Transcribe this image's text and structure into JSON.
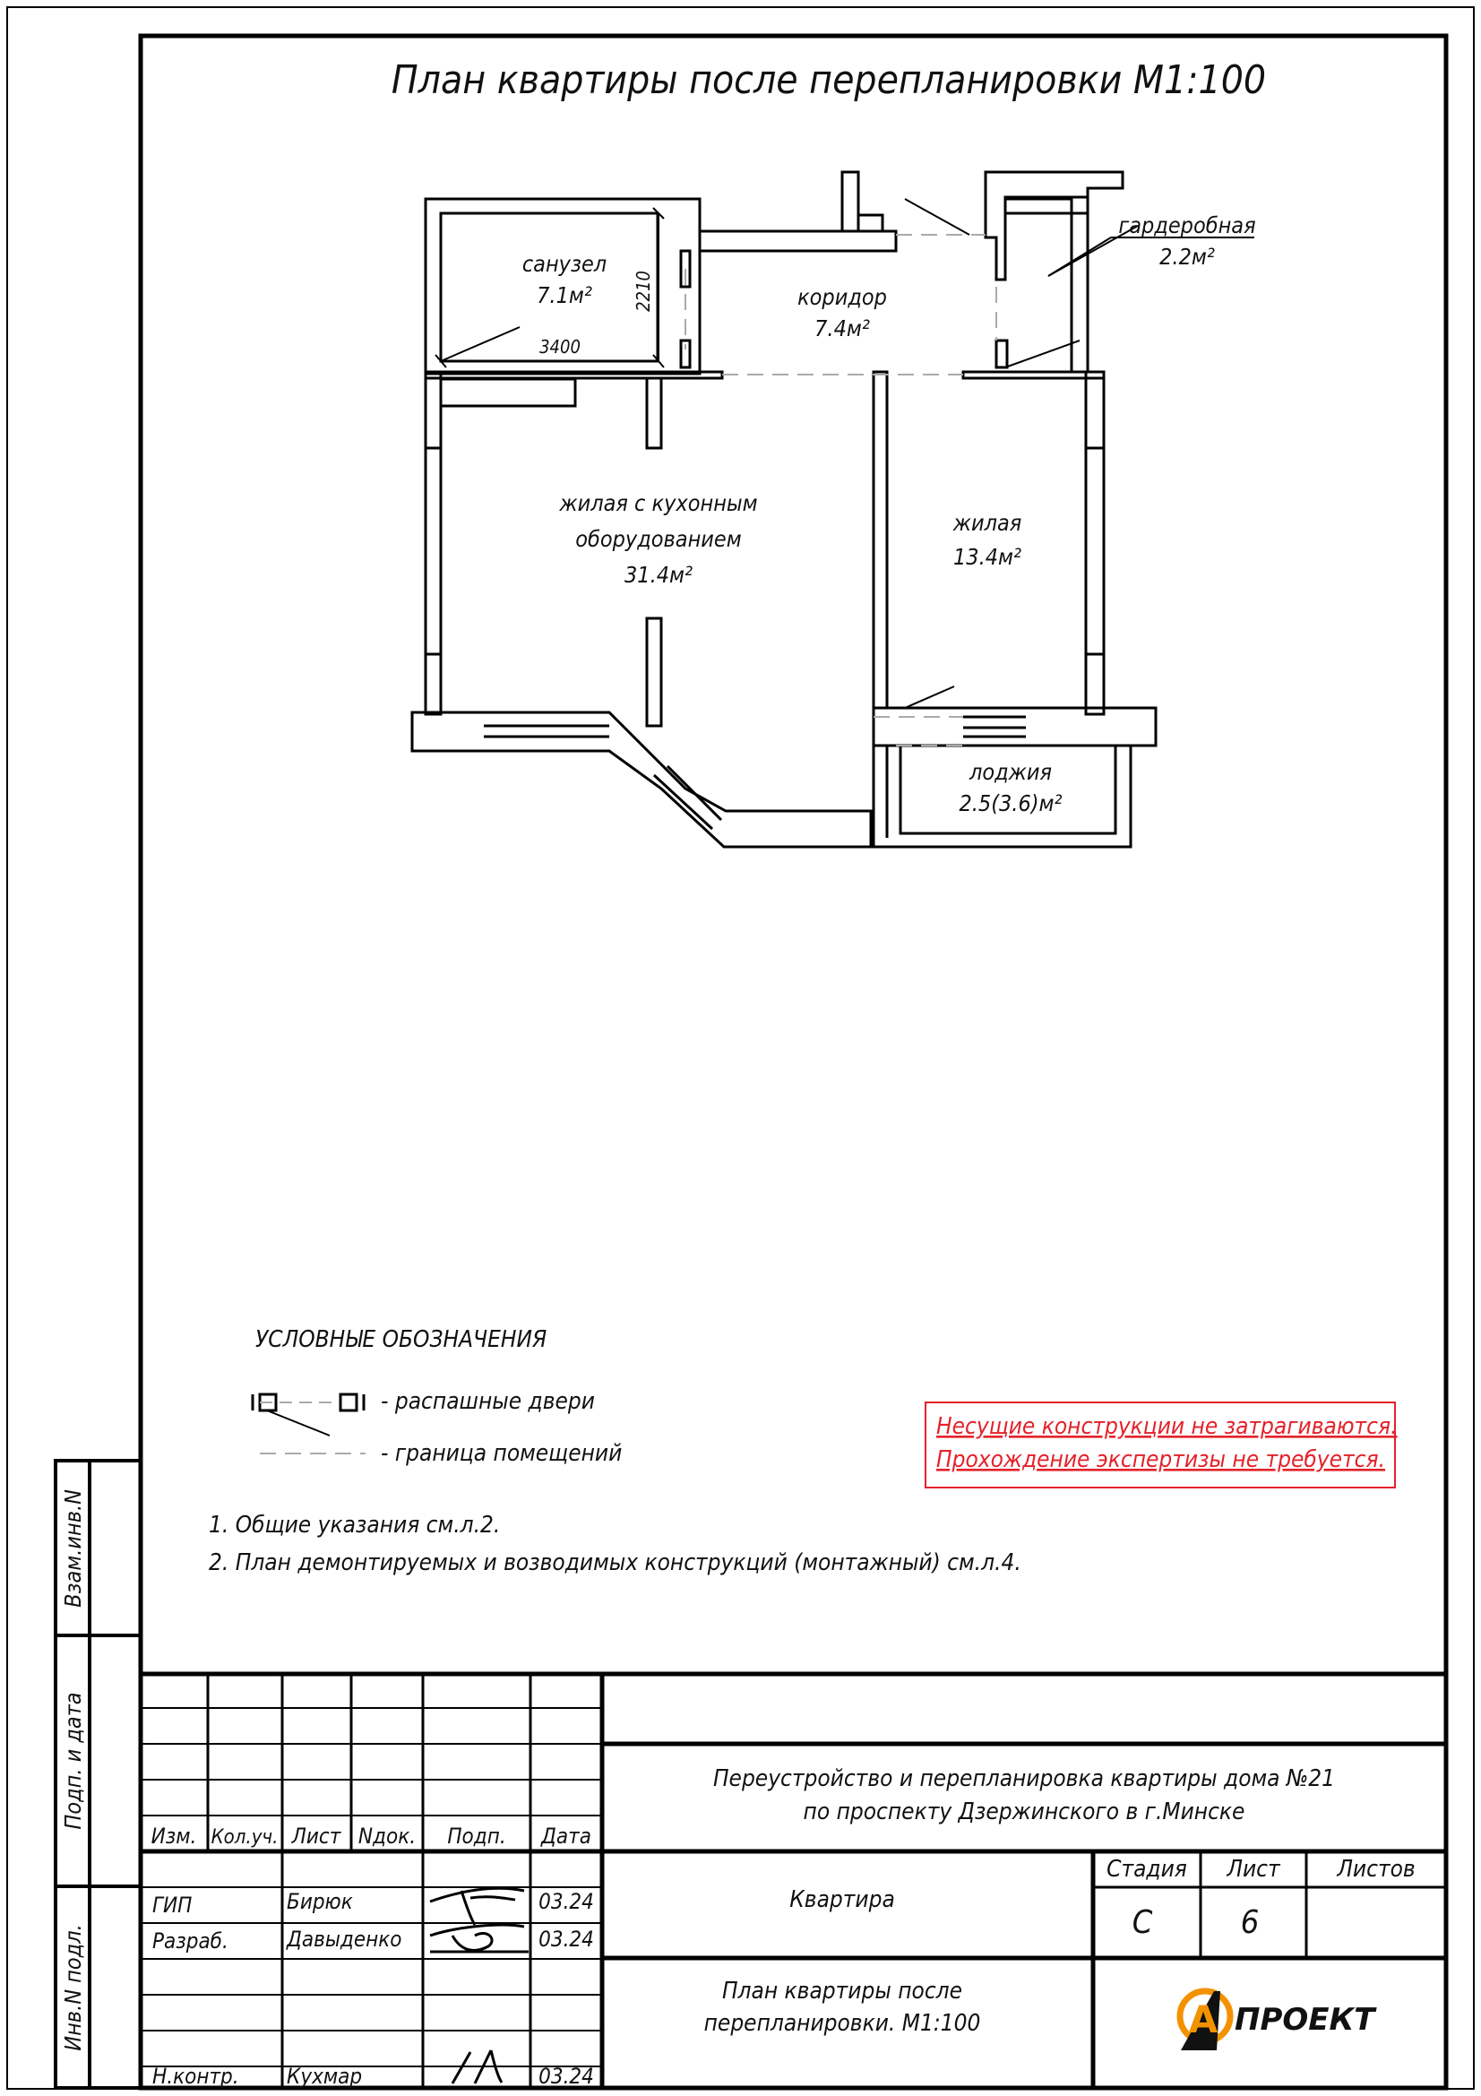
{
  "drawing": {
    "title": "План квартиры после перепланировки М1:100",
    "rooms": [
      {
        "name": "санузел",
        "area": "7.1м²"
      },
      {
        "name": "коридор",
        "area": "7.4м²"
      },
      {
        "name": "гардеробная",
        "area": "2.2м²"
      },
      {
        "name_line1": "жилая с кухонным",
        "name_line2": "оборудованием",
        "area": "31.4м²"
      },
      {
        "name": "жилая",
        "area": "13.4м²"
      },
      {
        "name": "лоджия",
        "area": "2.5(3.6)м²"
      }
    ],
    "dimensions": {
      "width": "3400",
      "height": "2210"
    }
  },
  "legend": {
    "title": "УСЛОВНЫЕ ОБОЗНАЧЕНИЯ",
    "items": [
      "- распашные двери",
      "- граница помещений"
    ]
  },
  "warning": {
    "line1": "Несущие конструкции не затрагиваются.",
    "line2": "Прохождение экспертизы не требуется.",
    "color": "#e4222a"
  },
  "notes": [
    "1.  Общие указания см.л.2.",
    "2.  План демонтируемых и возводимых конструкций (монтажный) см.л.4."
  ],
  "side_labels": [
    "Взам.инв.N",
    "Подп. и дата",
    "Инв.N подл."
  ],
  "stamp": {
    "headers": [
      "Изм.",
      "Кол.уч.",
      "Лист",
      "Nдок.",
      "Подп.",
      "Дата"
    ],
    "rows": [
      {
        "role": "ГИП",
        "name": "Бирюк",
        "date": "03.24"
      },
      {
        "role": "Разраб.",
        "name": "Давыденко",
        "date": "03.24"
      },
      {
        "role": "Н.контр.",
        "name": "Кухмар",
        "date": "03.24"
      }
    ],
    "project_line1": "Переустройство и перепланировка квартиры дома  №21",
    "project_line2": "по проспекту Дзержинского в г.Минске",
    "object": "Квартира",
    "sheet_title_line1": "План квартиры после",
    "sheet_title_line2": "перепланировки. М1:100",
    "stage_label": "Стадия",
    "sheet_label": "Лист",
    "sheets_label": "Листов",
    "stage": "С",
    "sheet": "6",
    "sheets": "",
    "logo_text": "ПРОЕКТ",
    "logo_letter": "А",
    "logo_color": "#f39200"
  }
}
